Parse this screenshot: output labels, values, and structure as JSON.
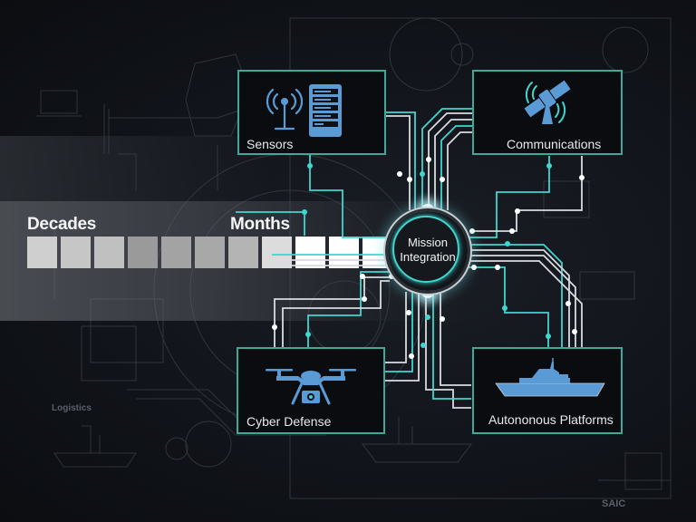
{
  "timeline": {
    "start_label": "Decades",
    "end_label": "Months",
    "blocks": [
      {
        "color": "#cfcfcf"
      },
      {
        "color": "#c6c6c6"
      },
      {
        "color": "#c0c0c0"
      },
      {
        "color": "#9a9a9a"
      },
      {
        "color": "#a3a3a3"
      },
      {
        "color": "#a8a8a8"
      },
      {
        "color": "#b4b4b4"
      },
      {
        "color": "#dcdcdc"
      },
      {
        "color": "#ffffff"
      },
      {
        "color": "#ffffff"
      },
      {
        "color": "#ffffff"
      },
      {
        "color": "#f0f0f0"
      },
      {
        "color": "#e4e4e4"
      }
    ]
  },
  "hub": {
    "line1": "Mission",
    "line2": "Integration"
  },
  "nodes": [
    {
      "id": "sensors",
      "label": "Sensors",
      "icon": "antenna-and-server-icon"
    },
    {
      "id": "communications",
      "label": "Communications",
      "icon": "satellite-icon"
    },
    {
      "id": "cyber-defense",
      "label": "Cyber Defense",
      "icon": "drone-icon"
    },
    {
      "id": "autonomous-platforms",
      "label": "Autononous Platforms",
      "icon": "ship-icon"
    }
  ],
  "background": {
    "logistics_label": "Logistics",
    "logo_text": "SAIC"
  },
  "colors": {
    "accent_teal": "#3fd6cf",
    "box_border": "#3fa897",
    "icon_blue": "#5b9bd5",
    "line_white": "#d8dcdf",
    "background": "#0e1116"
  }
}
